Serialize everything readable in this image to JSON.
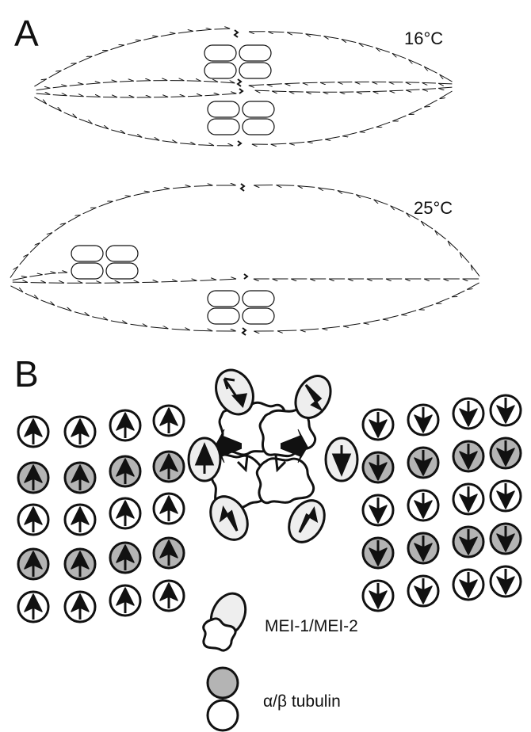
{
  "panel_a": {
    "label": "A",
    "spindles": [
      {
        "temperature": "16°C"
      },
      {
        "temperature": "25°C"
      }
    ]
  },
  "panel_b": {
    "label": "B"
  },
  "legend": {
    "severing_complex": "MEI-1/MEI-2",
    "tubulin_dimer": "α/β tubulin"
  },
  "colors": {
    "alpha_tubulin": "#b4b4b4",
    "beta_tubulin": "#ffffff",
    "mei_ellipse": "#eeeeee",
    "ink": "#111111"
  }
}
